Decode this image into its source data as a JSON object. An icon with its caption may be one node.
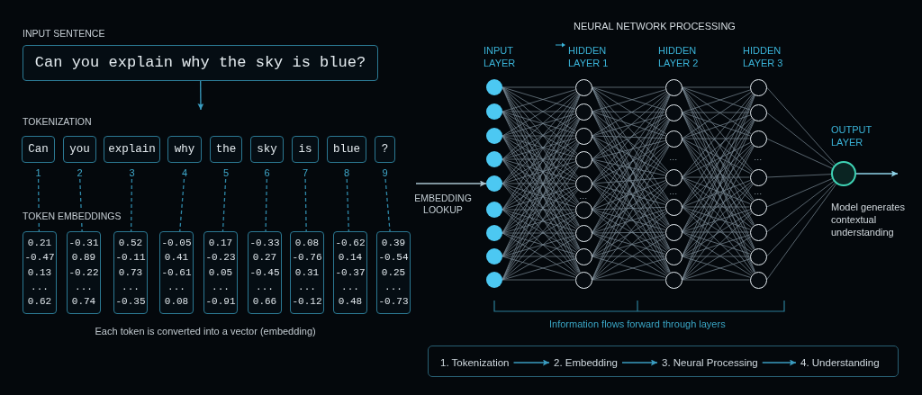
{
  "diagram": {
    "nodes": [
      {
        "text": [
          "Can you explain why the sky is blue?"
        ]
      },
      {
        "text": [
          "Can"
        ]
      },
      {
        "text": [
          "you"
        ]
      },
      {
        "text": [
          "explain"
        ]
      },
      {
        "text": [
          "why"
        ]
      },
      {
        "text": [
          "the"
        ]
      },
      {
        "text": [
          "sky"
        ]
      },
      {
        "text": [
          "is"
        ]
      },
      {
        "text": [
          "blue"
        ]
      },
      {
        "text": [
          "?"
        ]
      },
      {
        "text": [
          "1"
        ]
      },
      {
        "text": [
          "2"
        ]
      },
      {
        "text": [
          "3"
        ]
      },
      {
        "text": [
          "4"
        ]
      },
      {
        "text": [
          "5"
        ]
      },
      {
        "text": [
          "6"
        ]
      },
      {
        "text": [
          "7"
        ]
      },
      {
        "text": [
          "8"
        ]
      },
      {
        "text": [
          "9"
        ]
      },
      {
        "text": [
          "0.21",
          "-0.47",
          "0.13",
          "...",
          "0.62"
        ]
      },
      {
        "text": [
          "-0.31",
          "0.89",
          "-0.22",
          "...",
          "0.74"
        ]
      },
      {
        "text": [
          "0.52",
          "-0.11",
          "0.73",
          "...",
          "-0.35"
        ]
      },
      {
        "text": [
          "-0.05",
          "0.41",
          "-0.61",
          "...",
          "0.08"
        ]
      },
      {
        "text": [
          "0.17",
          "-0.23",
          "0.05",
          "...",
          "-0.91"
        ]
      },
      {
        "text": [
          "-0.33",
          "0.27",
          "-0.45",
          "...",
          "0.66"
        ]
      },
      {
        "text": [
          "0.08",
          "-0.76",
          "0.31",
          "...",
          "-0.12"
        ]
      },
      {
        "text": [
          "-0.62",
          "0.14",
          "-0.37",
          "...",
          "0.48"
        ]
      },
      {
        "text": [
          "0.39",
          "-0.54",
          "0.25",
          "...",
          "-0.73"
        ]
      },
      {
        "text": [],
        "shape": "circle"
      },
      {
        "text": [],
        "shape": "circle"
      },
      {
        "text": [],
        "shape": "circle"
      },
      {
        "text": [],
        "shape": "circle"
      },
      {
        "text": [],
        "shape": "circle"
      },
      {
        "text": [],
        "shape": "circle"
      },
      {
        "text": [],
        "shape": "circle"
      },
      {
        "text": [],
        "shape": "circle"
      },
      {
        "text": [],
        "shape": "circle"
      },
      {
        "text": [],
        "shape": "circle"
      },
      {
        "text": [],
        "shape": "circle"
      },
      {
        "text": [],
        "shape": "circle"
      },
      {
        "text": [],
        "shape": "circle"
      },
      {
        "text": [],
        "shape": "circle"
      },
      {
        "text": [],
        "shape": "circle"
      },
      {
        "text": [],
        "shape": "circle"
      },
      {
        "text": [],
        "shape": "circle"
      },
      {
        "text": [],
        "shape": "circle"
      },
      {
        "text": [],
        "shape": "circle"
      },
      {
        "text": [],
        "shape": "circle"
      },
      {
        "text": [],
        "shape": "circle"
      },
      {
        "text": [],
        "shape": "circle"
      },
      {
        "text": [],
        "shape": "circle"
      },
      {
        "text": [],
        "shape": "circle"
      },
      {
        "text": [],
        "shape": "circle"
      },
      {
        "text": [],
        "shape": "circle"
      },
      {
        "text": [],
        "shape": "circle"
      },
      {
        "text": [],
        "shape": "circle"
      },
      {
        "text": [],
        "shape": "circle"
      },
      {
        "text": [],
        "shape": "circle"
      },
      {
        "text": [],
        "shape": "circle"
      },
      {
        "text": [],
        "shape": "circle"
      },
      {
        "text": [],
        "shape": "circle"
      },
      {
        "text": [],
        "shape": "circle"
      },
      {
        "text": [],
        "shape": "circle"
      },
      {
        "text": [],
        "shape": "box"
      },
      {
        "text": [
          "1. Tokenization"
        ],
        "in": 63
      },
      {
        "text": [
          "2. Embedding"
        ],
        "in": 63
      },
      {
        "text": [
          "3. Neural Processing"
        ],
        "in": 63
      },
      {
        "text": [
          "4. Understanding"
        ],
        "in": 63
      }
    ],
    "edges": [
      {
        "from": 0,
        "to": null,
        "arrow": "to",
        "color": "#3a9cc0"
      },
      {
        "from": 10,
        "to": 19,
        "arrow": "none",
        "style": "dashed",
        "color": "#2f88a8"
      },
      {
        "from": 11,
        "to": 20,
        "arrow": "none",
        "style": "dashed",
        "color": "#2f88a8"
      },
      {
        "from": 12,
        "to": 21,
        "arrow": "none",
        "style": "dashed",
        "color": "#2f88a8"
      },
      {
        "from": 13,
        "to": 22,
        "arrow": "none",
        "style": "dashed",
        "color": "#2f88a8"
      },
      {
        "from": 14,
        "to": 23,
        "arrow": "none",
        "style": "dashed",
        "color": "#2f88a8"
      },
      {
        "from": 15,
        "to": 24,
        "arrow": "none",
        "style": "dashed",
        "color": "#2f88a8"
      },
      {
        "from": 16,
        "to": 25,
        "arrow": "none",
        "style": "dashed",
        "color": "#2f88a8"
      },
      {
        "from": 17,
        "to": 26,
        "arrow": "none",
        "style": "dashed",
        "color": "#2f88a8"
      },
      {
        "from": 18,
        "to": 27,
        "arrow": "none",
        "style": "dashed",
        "color": "#2f88a8"
      },
      {
        "from": null,
        "to": 32,
        "arrow": "to",
        "label": "EMBEDDING LOOKUP",
        "color": "#a9c3cf"
      },
      {
        "from": 28,
        "to": 37,
        "arrow": "none"
      },
      {
        "from": 28,
        "to": 38,
        "arrow": "none"
      },
      {
        "from": 28,
        "to": 39,
        "arrow": "none"
      },
      {
        "from": 28,
        "to": 40,
        "arrow": "none"
      },
      {
        "from": 28,
        "to": 41,
        "arrow": "none"
      },
      {
        "from": 28,
        "to": 42,
        "arrow": "none"
      },
      {
        "from": 28,
        "to": 43,
        "arrow": "none"
      },
      {
        "from": 28,
        "to": 44,
        "arrow": "none"
      },
      {
        "from": 28,
        "to": 45,
        "arrow": "none"
      },
      {
        "from": 29,
        "to": 37,
        "arrow": "none"
      },
      {
        "from": 29,
        "to": 38,
        "arrow": "none"
      },
      {
        "from": 29,
        "to": 39,
        "arrow": "none"
      },
      {
        "from": 29,
        "to": 40,
        "arrow": "none"
      },
      {
        "from": 29,
        "to": 41,
        "arrow": "none"
      },
      {
        "from": 29,
        "to": 42,
        "arrow": "none"
      },
      {
        "from": 29,
        "to": 43,
        "arrow": "none"
      },
      {
        "from": 29,
        "to": 44,
        "arrow": "none"
      },
      {
        "from": 29,
        "to": 45,
        "arrow": "none"
      },
      {
        "from": 30,
        "to": 37,
        "arrow": "none"
      },
      {
        "from": 30,
        "to": 38,
        "arrow": "none"
      },
      {
        "from": 30,
        "to": 39,
        "arrow": "none"
      },
      {
        "from": 30,
        "to": 40,
        "arrow": "none"
      },
      {
        "from": 30,
        "to": 41,
        "arrow": "none"
      },
      {
        "from": 30,
        "to": 42,
        "arrow": "none"
      },
      {
        "from": 30,
        "to": 43,
        "arrow": "none"
      },
      {
        "from": 30,
        "to": 44,
        "arrow": "none"
      },
      {
        "from": 30,
        "to": 45,
        "arrow": "none"
      },
      {
        "from": 31,
        "to": 37,
        "arrow": "none"
      },
      {
        "from": 31,
        "to": 38,
        "arrow": "none"
      },
      {
        "from": 31,
        "to": 39,
        "arrow": "none"
      },
      {
        "from": 31,
        "to": 40,
        "arrow": "none"
      },
      {
        "from": 31,
        "to": 41,
        "arrow": "none"
      },
      {
        "from": 31,
        "to": 42,
        "arrow": "none"
      },
      {
        "from": 31,
        "to": 43,
        "arrow": "none"
      },
      {
        "from": 31,
        "to": 44,
        "arrow": "none"
      },
      {
        "from": 31,
        "to": 45,
        "arrow": "none"
      },
      {
        "from": 32,
        "to": 37,
        "arrow": "none"
      },
      {
        "from": 32,
        "to": 38,
        "arrow": "none"
      },
      {
        "from": 32,
        "to": 39,
        "arrow": "none"
      },
      {
        "from": 32,
        "to": 40,
        "arrow": "none"
      },
      {
        "from": 32,
        "to": 41,
        "arrow": "none"
      },
      {
        "from": 32,
        "to": 42,
        "arrow": "none"
      },
      {
        "from": 32,
        "to": 43,
        "arrow": "none"
      },
      {
        "from": 32,
        "to": 44,
        "arrow": "none"
      },
      {
        "from": 32,
        "to": 45,
        "arrow": "none"
      },
      {
        "from": 33,
        "to": 37,
        "arrow": "none"
      },
      {
        "from": 33,
        "to": 38,
        "arrow": "none"
      },
      {
        "from": 33,
        "to": 39,
        "arrow": "none"
      },
      {
        "from": 33,
        "to": 40,
        "arrow": "none"
      },
      {
        "from": 33,
        "to": 41,
        "arrow": "none"
      },
      {
        "from": 33,
        "to": 42,
        "arrow": "none"
      },
      {
        "from": 33,
        "to": 43,
        "arrow": "none"
      },
      {
        "from": 33,
        "to": 44,
        "arrow": "none"
      },
      {
        "from": 33,
        "to": 45,
        "arrow": "none"
      },
      {
        "from": 34,
        "to": 37,
        "arrow": "none"
      },
      {
        "from": 34,
        "to": 38,
        "arrow": "none"
      },
      {
        "from": 34,
        "to": 39,
        "arrow": "none"
      },
      {
        "from": 34,
        "to": 40,
        "arrow": "none"
      },
      {
        "from": 34,
        "to": 41,
        "arrow": "none"
      },
      {
        "from": 34,
        "to": 42,
        "arrow": "none"
      },
      {
        "from": 34,
        "to": 43,
        "arrow": "none"
      },
      {
        "from": 34,
        "to": 44,
        "arrow": "none"
      },
      {
        "from": 34,
        "to": 45,
        "arrow": "none"
      },
      {
        "from": 35,
        "to": 37,
        "arrow": "none"
      },
      {
        "from": 35,
        "to": 38,
        "arrow": "none"
      },
      {
        "from": 35,
        "to": 39,
        "arrow": "none"
      },
      {
        "from": 35,
        "to": 40,
        "arrow": "none"
      },
      {
        "from": 35,
        "to": 41,
        "arrow": "none"
      },
      {
        "from": 35,
        "to": 42,
        "arrow": "none"
      },
      {
        "from": 35,
        "to": 43,
        "arrow": "none"
      },
      {
        "from": 35,
        "to": 44,
        "arrow": "none"
      },
      {
        "from": 35,
        "to": 45,
        "arrow": "none"
      },
      {
        "from": 36,
        "to": 37,
        "arrow": "none"
      },
      {
        "from": 36,
        "to": 38,
        "arrow": "none"
      },
      {
        "from": 36,
        "to": 39,
        "arrow": "none"
      },
      {
        "from": 36,
        "to": 40,
        "arrow": "none"
      },
      {
        "from": 36,
        "to": 41,
        "arrow": "none"
      },
      {
        "from": 36,
        "to": 42,
        "arrow": "none"
      },
      {
        "from": 36,
        "to": 43,
        "arrow": "none"
      },
      {
        "from": 36,
        "to": 44,
        "arrow": "none"
      },
      {
        "from": 36,
        "to": 45,
        "arrow": "none"
      },
      {
        "from": 37,
        "to": 46,
        "arrow": "none"
      },
      {
        "from": 37,
        "to": 47,
        "arrow": "none"
      },
      {
        "from": 37,
        "to": 48,
        "arrow": "none"
      },
      {
        "from": 37,
        "to": 49,
        "arrow": "none"
      },
      {
        "from": 37,
        "to": 50,
        "arrow": "none"
      },
      {
        "from": 37,
        "to": 51,
        "arrow": "none"
      },
      {
        "from": 37,
        "to": 52,
        "arrow": "none"
      },
      {
        "from": 37,
        "to": 53,
        "arrow": "none"
      },
      {
        "from": 38,
        "to": 46,
        "arrow": "none"
      },
      {
        "from": 38,
        "to": 47,
        "arrow": "none"
      },
      {
        "from": 38,
        "to": 48,
        "arrow": "none"
      },
      {
        "from": 38,
        "to": 49,
        "arrow": "none"
      },
      {
        "from": 38,
        "to": 50,
        "arrow": "none"
      },
      {
        "from": 38,
        "to": 51,
        "arrow": "none"
      },
      {
        "from": 38,
        "to": 52,
        "arrow": "none"
      },
      {
        "from": 38,
        "to": 53,
        "arrow": "none"
      },
      {
        "from": 39,
        "to": 46,
        "arrow": "none"
      },
      {
        "from": 39,
        "to": 47,
        "arrow": "none"
      },
      {
        "from": 39,
        "to": 48,
        "arrow": "none"
      },
      {
        "from": 39,
        "to": 49,
        "arrow": "none"
      },
      {
        "from": 39,
        "to": 50,
        "arrow": "none"
      },
      {
        "from": 39,
        "to": 51,
        "arrow": "none"
      },
      {
        "from": 39,
        "to": 52,
        "arrow": "none"
      },
      {
        "from": 39,
        "to": 53,
        "arrow": "none"
      },
      {
        "from": 40,
        "to": 46,
        "arrow": "none"
      },
      {
        "from": 40,
        "to": 47,
        "arrow": "none"
      },
      {
        "from": 40,
        "to": 48,
        "arrow": "none"
      },
      {
        "from": 40,
        "to": 49,
        "arrow": "none"
      },
      {
        "from": 40,
        "to": 50,
        "arrow": "none"
      },
      {
        "from": 40,
        "to": 51,
        "arrow": "none"
      },
      {
        "from": 40,
        "to": 52,
        "arrow": "none"
      },
      {
        "from": 40,
        "to": 53,
        "arrow": "none"
      },
      {
        "from": 41,
        "to": 46,
        "arrow": "none"
      },
      {
        "from": 41,
        "to": 47,
        "arrow": "none"
      },
      {
        "from": 41,
        "to": 48,
        "arrow": "none"
      },
      {
        "from": 41,
        "to": 49,
        "arrow": "none"
      },
      {
        "from": 41,
        "to": 50,
        "arrow": "none"
      },
      {
        "from": 41,
        "to": 51,
        "arrow": "none"
      },
      {
        "from": 41,
        "to": 52,
        "arrow": "none"
      },
      {
        "from": 41,
        "to": 53,
        "arrow": "none"
      },
      {
        "from": 42,
        "to": 46,
        "arrow": "none"
      },
      {
        "from": 42,
        "to": 47,
        "arrow": "none"
      },
      {
        "from": 42,
        "to": 48,
        "arrow": "none"
      },
      {
        "from": 42,
        "to": 49,
        "arrow": "none"
      },
      {
        "from": 42,
        "to": 50,
        "arrow": "none"
      },
      {
        "from": 42,
        "to": 51,
        "arrow": "none"
      },
      {
        "from": 42,
        "to": 52,
        "arrow": "none"
      },
      {
        "from": 42,
        "to": 53,
        "arrow": "none"
      },
      {
        "from": 43,
        "to": 46,
        "arrow": "none"
      },
      {
        "from": 43,
        "to": 47,
        "arrow": "none"
      },
      {
        "from": 43,
        "to": 48,
        "arrow": "none"
      },
      {
        "from": 43,
        "to": 49,
        "arrow": "none"
      },
      {
        "from": 43,
        "to": 50,
        "arrow": "none"
      },
      {
        "from": 43,
        "to": 51,
        "arrow": "none"
      },
      {
        "from": 43,
        "to": 52,
        "arrow": "none"
      },
      {
        "from": 43,
        "to": 53,
        "arrow": "none"
      },
      {
        "from": 44,
        "to": 46,
        "arrow": "none"
      },
      {
        "from": 44,
        "to": 47,
        "arrow": "none"
      },
      {
        "from": 44,
        "to": 48,
        "arrow": "none"
      },
      {
        "from": 44,
        "to": 49,
        "arrow": "none"
      },
      {
        "from": 44,
        "to": 50,
        "arrow": "none"
      },
      {
        "from": 44,
        "to": 51,
        "arrow": "none"
      },
      {
        "from": 44,
        "to": 52,
        "arrow": "none"
      },
      {
        "from": 44,
        "to": 53,
        "arrow": "none"
      },
      {
        "from": 45,
        "to": 46,
        "arrow": "none"
      },
      {
        "from": 45,
        "to": 47,
        "arrow": "none"
      },
      {
        "from": 45,
        "to": 48,
        "arrow": "none"
      },
      {
        "from": 45,
        "to": 49,
        "arrow": "none"
      },
      {
        "from": 45,
        "to": 50,
        "arrow": "none"
      },
      {
        "from": 45,
        "to": 51,
        "arrow": "none"
      },
      {
        "from": 45,
        "to": 52,
        "arrow": "none"
      },
      {
        "from": 45,
        "to": 53,
        "arrow": "none"
      },
      {
        "from": 46,
        "to": 54,
        "arrow": "none"
      },
      {
        "from": 46,
        "to": 55,
        "arrow": "none"
      },
      {
        "from": 46,
        "to": 56,
        "arrow": "none"
      },
      {
        "from": 46,
        "to": 57,
        "arrow": "none"
      },
      {
        "from": 46,
        "to": 58,
        "arrow": "none"
      },
      {
        "from": 46,
        "to": 59,
        "arrow": "none"
      },
      {
        "from": 46,
        "to": 60,
        "arrow": "none"
      },
      {
        "from": 46,
        "to": 61,
        "arrow": "none"
      },
      {
        "from": 47,
        "to": 54,
        "arrow": "none"
      },
      {
        "from": 47,
        "to": 55,
        "arrow": "none"
      },
      {
        "from": 47,
        "to": 56,
        "arrow": "none"
      },
      {
        "from": 47,
        "to": 57,
        "arrow": "none"
      },
      {
        "from": 47,
        "to": 58,
        "arrow": "none"
      },
      {
        "from": 47,
        "to": 59,
        "arrow": "none"
      },
      {
        "from": 47,
        "to": 60,
        "arrow": "none"
      },
      {
        "from": 47,
        "to": 61,
        "arrow": "none"
      },
      {
        "from": 48,
        "to": 54,
        "arrow": "none"
      },
      {
        "from": 48,
        "to": 55,
        "arrow": "none"
      },
      {
        "from": 48,
        "to": 56,
        "arrow": "none"
      },
      {
        "from": 48,
        "to": 57,
        "arrow": "none"
      },
      {
        "from": 48,
        "to": 58,
        "arrow": "none"
      },
      {
        "from": 48,
        "to": 59,
        "arrow": "none"
      },
      {
        "from": 48,
        "to": 60,
        "arrow": "none"
      },
      {
        "from": 48,
        "to": 61,
        "arrow": "none"
      },
      {
        "from": 49,
        "to": 54,
        "arrow": "none"
      },
      {
        "from": 49,
        "to": 55,
        "arrow": "none"
      },
      {
        "from": 49,
        "to": 56,
        "arrow": "none"
      },
      {
        "from": 49,
        "to": 57,
        "arrow": "none"
      },
      {
        "from": 49,
        "to": 58,
        "arrow": "none"
      },
      {
        "from": 49,
        "to": 59,
        "arrow": "none"
      },
      {
        "from": 49,
        "to": 60,
        "arrow": "none"
      },
      {
        "from": 49,
        "to": 61,
        "arrow": "none"
      },
      {
        "from": 50,
        "to": 54,
        "arrow": "none"
      },
      {
        "from": 50,
        "to": 55,
        "arrow": "none"
      },
      {
        "from": 50,
        "to": 56,
        "arrow": "none"
      },
      {
        "from": 50,
        "to": 57,
        "arrow": "none"
      },
      {
        "from": 50,
        "to": 58,
        "arrow": "none"
      },
      {
        "from": 50,
        "to": 59,
        "arrow": "none"
      },
      {
        "from": 50,
        "to": 60,
        "arrow": "none"
      },
      {
        "from": 50,
        "to": 61,
        "arrow": "none"
      },
      {
        "from": 51,
        "to": 54,
        "arrow": "none"
      },
      {
        "from": 51,
        "to": 55,
        "arrow": "none"
      },
      {
        "from": 51,
        "to": 56,
        "arrow": "none"
      },
      {
        "from": 51,
        "to": 57,
        "arrow": "none"
      },
      {
        "from": 51,
        "to": 58,
        "arrow": "none"
      },
      {
        "from": 51,
        "to": 59,
        "arrow": "none"
      },
      {
        "from": 51,
        "to": 60,
        "arrow": "none"
      },
      {
        "from": 51,
        "to": 61,
        "arrow": "none"
      },
      {
        "from": 52,
        "to": 54,
        "arrow": "none"
      },
      {
        "from": 52,
        "to": 55,
        "arrow": "none"
      },
      {
        "from": 52,
        "to": 56,
        "arrow": "none"
      },
      {
        "from": 52,
        "to": 57,
        "arrow": "none"
      },
      {
        "from": 52,
        "to": 58,
        "arrow": "none"
      },
      {
        "from": 52,
        "to": 59,
        "arrow": "none"
      },
      {
        "from": 52,
        "to": 60,
        "arrow": "none"
      },
      {
        "from": 52,
        "to": 61,
        "arrow": "none"
      },
      {
        "from": 53,
        "to": 54,
        "arrow": "none"
      },
      {
        "from": 53,
        "to": 55,
        "arrow": "none"
      },
      {
        "from": 53,
        "to": 56,
        "arrow": "none"
      },
      {
        "from": 53,
        "to": 57,
        "arrow": "none"
      },
      {
        "from": 53,
        "to": 58,
        "arrow": "none"
      },
      {
        "from": 53,
        "to": 59,
        "arrow": "none"
      },
      {
        "from": 53,
        "to": 60,
        "arrow": "none"
      },
      {
        "from": 53,
        "to": 61,
        "arrow": "none"
      },
      {
        "from": 54,
        "to": 62,
        "arrow": "none"
      },
      {
        "from": 55,
        "to": 62,
        "arrow": "none"
      },
      {
        "from": 56,
        "to": 62,
        "arrow": "none"
      },
      {
        "from": 57,
        "to": 62,
        "arrow": "none"
      },
      {
        "from": 58,
        "to": 62,
        "arrow": "none"
      },
      {
        "from": 59,
        "to": 62,
        "arrow": "none"
      },
      {
        "from": 60,
        "to": 62,
        "arrow": "none"
      },
      {
        "from": 61,
        "to": 62,
        "arrow": "none"
      },
      {
        "from": 62,
        "to": null,
        "arrow": "to",
        "color": "#8fd3e8"
      },
      {
        "from": 64,
        "to": 65,
        "arrow": "to",
        "color": "#3a9cc0"
      },
      {
        "from": 65,
        "to": 66,
        "arrow": "to",
        "color": "#3a9cc0"
      },
      {
        "from": 66,
        "to": 67,
        "arrow": "to",
        "color": "#3a9cc0"
      }
    ],
    "labels": [
      "INPUT SENTENCE",
      "TOKENIZATION",
      "TOKEN EMBEDDINGS",
      "Each token is converted into a vector (embedding)",
      "NEURAL NETWORK PROCESSING",
      "INPUT LAYER",
      "HIDDEN LAYER 1",
      "HIDDEN LAYER 2",
      "HIDDEN LAYER 3",
      "OUTPUT LAYER",
      "...",
      "...",
      "...",
      "...",
      "...",
      "Model generates contextual understanding",
      "Information flows forward through layers"
    ]
  }
}
